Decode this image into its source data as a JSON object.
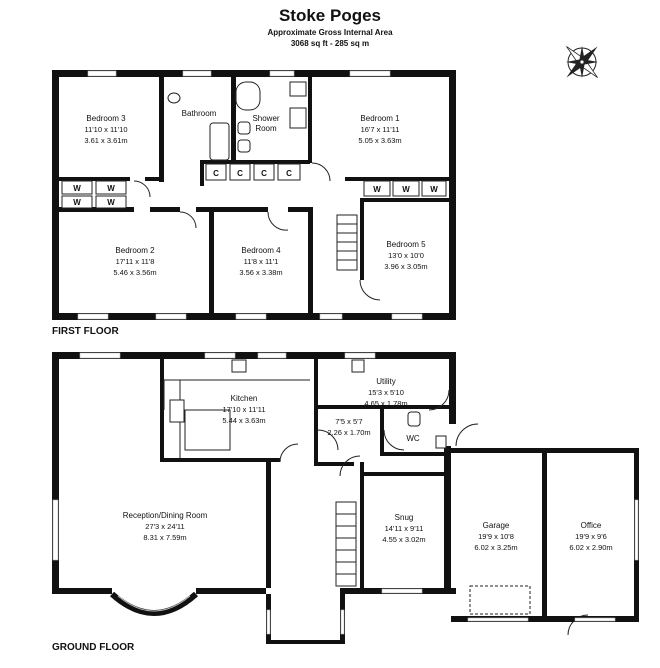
{
  "header": {
    "title": "Stoke Poges",
    "subtitle": "Approximate Gross Internal Area",
    "area": "3068 sq ft - 285 sq m"
  },
  "first_floor": {
    "label": "FIRST FLOOR",
    "rooms": {
      "bedroom3": {
        "name": "Bedroom 3",
        "imperial": "11'10 x 11'10",
        "metric": "3.61 x 3.61m"
      },
      "bathroom": {
        "name": "Bathroom"
      },
      "shower": {
        "name": "Shower",
        "name2": "Room"
      },
      "bedroom1": {
        "name": "Bedroom 1",
        "imperial": "16'7 x 11'11",
        "metric": "5.05 x 3.63m"
      },
      "bedroom2": {
        "name": "Bedroom 2",
        "imperial": "17'11 x 11'8",
        "metric": "5.46 x 3.56m"
      },
      "bedroom4": {
        "name": "Bedroom 4",
        "imperial": "11'8 x 11'1",
        "metric": "3.56 x 3.38m"
      },
      "bedroom5": {
        "name": "Bedroom 5",
        "imperial": "13'0 x 10'0",
        "metric": "3.96 x 3.05m"
      }
    },
    "wardrobe_label": "W",
    "cupboard_label": "C"
  },
  "ground_floor": {
    "label": "GROUND FLOOR",
    "rooms": {
      "kitchen": {
        "name": "Kitchen",
        "imperial": "17'10 x 11'11",
        "metric": "5.44 x 3.63m"
      },
      "utility": {
        "name": "Utility",
        "imperial": "15'3 x 5'10",
        "metric": "4.65 x 1.78m"
      },
      "store": {
        "imperial": "7'5 x 5'7",
        "metric": "2.26 x 1.70m"
      },
      "wc": {
        "name": "WC"
      },
      "reception": {
        "name": "Reception/Dining Room",
        "imperial": "27'3 x 24'11",
        "metric": "8.31 x 7.59m"
      },
      "snug": {
        "name": "Snug",
        "imperial": "14'11 x 9'11",
        "metric": "4.55 x 3.02m"
      },
      "garage": {
        "name": "Garage",
        "imperial": "19'9 x 10'8",
        "metric": "6.02 x 3.25m"
      },
      "office": {
        "name": "Office",
        "imperial": "19'9 x 9'6",
        "metric": "6.02 x 2.90m"
      }
    }
  }
}
